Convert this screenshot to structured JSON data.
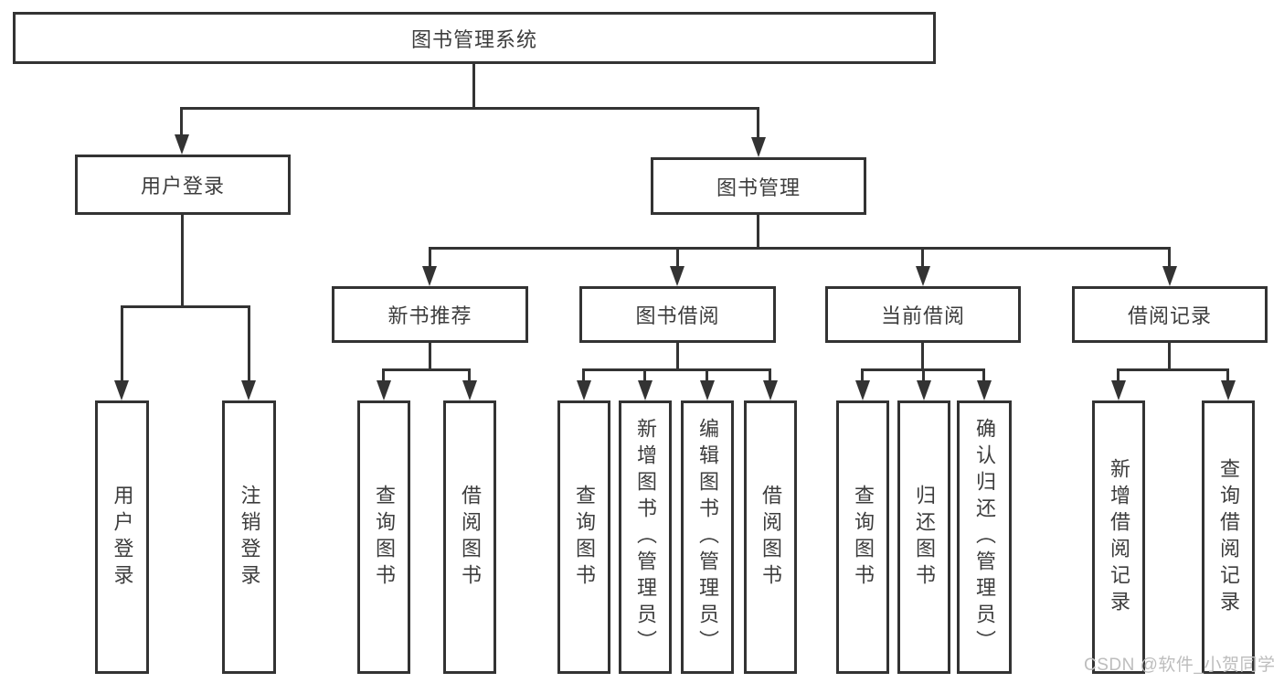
{
  "title": {
    "label": "图书管理系统"
  },
  "branches": {
    "user_login": {
      "label": "用户登录",
      "children": [
        "用户登录",
        "注销登录"
      ]
    },
    "book_mgmt": {
      "label": "图书管理",
      "sections": {
        "new_book": {
          "label": "新书推荐",
          "children": [
            "查询图书",
            "借阅图书"
          ]
        },
        "borrow": {
          "label": "图书借阅",
          "children": [
            "查询图书",
            "新增图书（管理员）",
            "编辑图书（管理员）",
            "借阅图书"
          ]
        },
        "current": {
          "label": "当前借阅",
          "children": [
            "查询图书",
            "归还图书",
            "确认归还（管理员）"
          ]
        },
        "records": {
          "label": "借阅记录",
          "children": [
            "新增借阅记录",
            "查询借阅记录"
          ]
        }
      }
    }
  },
  "watermark": {
    "text": "CSDN @软件_小贺同学"
  },
  "colors": {
    "line": "#333333",
    "text": "#3d3d3d",
    "watermark": "#bdbdbd",
    "background": "#ffffff"
  }
}
